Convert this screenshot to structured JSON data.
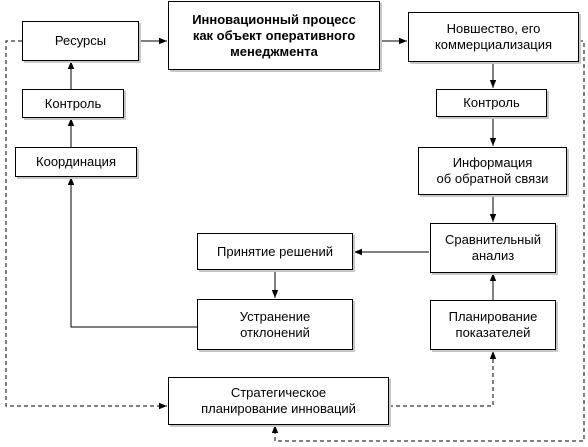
{
  "diagram": {
    "boxes": {
      "center": [
        "Инновационный процесс",
        "как объект оперативного",
        "менеджмента"
      ],
      "resources": [
        "Ресурсы"
      ],
      "control_left": [
        "Контроль"
      ],
      "coordination": [
        "Координация"
      ],
      "innovation": [
        "Новшество, его",
        "коммерциализация"
      ],
      "control_right": [
        "Контроль"
      ],
      "feedback": [
        "Информация",
        "об обратной связи"
      ],
      "comparative": [
        "Сравнительный",
        "анализ"
      ],
      "decisions": [
        "Принятие решений"
      ],
      "elimination": [
        "Устранение",
        "отклонений"
      ],
      "planning": [
        "Планирование",
        "показателей"
      ],
      "strategic": [
        "Стратегическое",
        "планирование инноваций"
      ]
    }
  }
}
